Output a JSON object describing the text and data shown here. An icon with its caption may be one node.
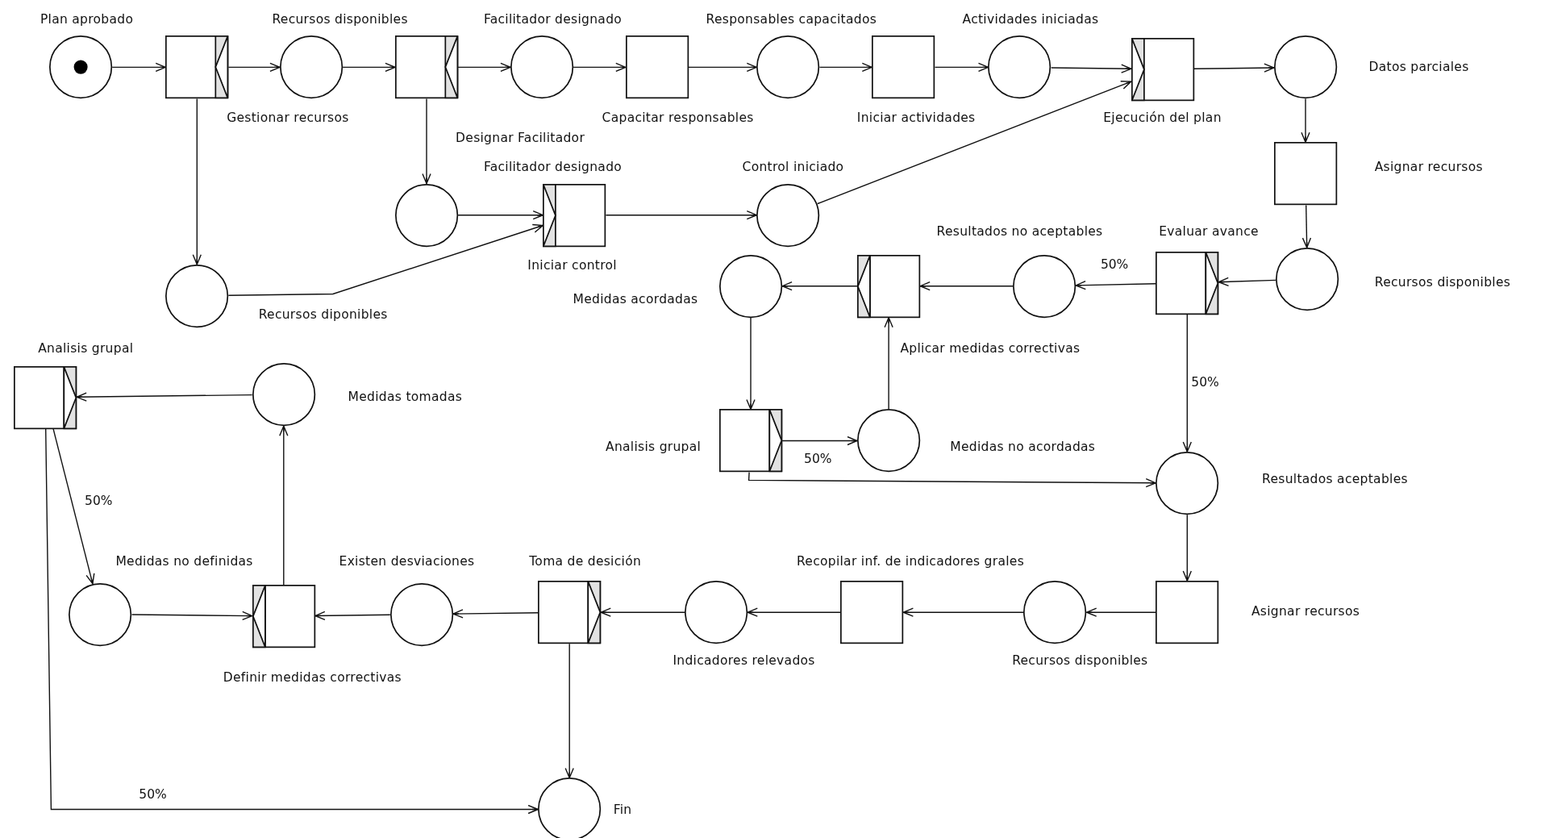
{
  "diagram": {
    "nodes": [
      {
        "text": [
          "Plan aprobado"
        ]
      },
      {
        "text": [
          "Gestionar recursos"
        ]
      },
      {
        "text": [
          "Recursos disponibles"
        ]
      },
      {
        "text": [
          "Designar Facilitador"
        ]
      },
      {
        "text": [
          "Facilitador designado"
        ]
      },
      {
        "text": [
          "Capacitar responsables"
        ]
      },
      {
        "text": [
          "Responsables capacitados"
        ]
      },
      {
        "text": [
          "Iniciar actividades"
        ]
      },
      {
        "text": [
          "Actividades iniciadas"
        ]
      },
      {
        "text": [
          "Ejecución del plan"
        ]
      },
      {
        "text": [
          "Datos parciales"
        ]
      },
      {
        "text": [
          "Facilitador designado"
        ]
      },
      {
        "text": [
          "Iniciar control"
        ]
      },
      {
        "text": [
          "Control iniciado"
        ]
      },
      {
        "text": [
          "Asignar recursos"
        ]
      },
      {
        "text": [
          "Recursos diponibles"
        ]
      },
      {
        "text": [
          "Medidas acordadas"
        ]
      },
      {
        "text": [
          "Aplicar medidas correctivas"
        ]
      },
      {
        "text": [
          "Resultados no aceptables"
        ]
      },
      {
        "text": [
          "Evaluar avance"
        ]
      },
      {
        "text": [
          "Recursos disponibles"
        ]
      },
      {
        "text": [
          "Analisis grupal"
        ]
      },
      {
        "text": [
          "Medidas tomadas"
        ]
      },
      {
        "text": [
          "Analisis grupal"
        ]
      },
      {
        "text": [
          "Medidas no acordadas"
        ]
      },
      {
        "text": [
          "Resultados aceptables"
        ]
      },
      {
        "text": [
          "Medidas no definidas"
        ]
      },
      {
        "text": [
          "Definir medidas correctivas"
        ]
      },
      {
        "text": [
          "Existen desviaciones"
        ]
      },
      {
        "text": [
          "Toma de desición"
        ]
      },
      {
        "text": [
          "Indicadores relevados"
        ]
      },
      {
        "text": [
          "Recopilar inf. de indicadores grales"
        ]
      },
      {
        "text": [
          "Recursos disponibles"
        ]
      },
      {
        "text": [
          "Asignar recursos"
        ]
      },
      {
        "text": [
          "Fin"
        ]
      }
    ],
    "edges": [
      {
        "from": 0,
        "to": 1,
        "arrow": "to"
      },
      {
        "from": 1,
        "to": 2,
        "arrow": "to"
      },
      {
        "from": 2,
        "to": 3,
        "arrow": "to"
      },
      {
        "from": 3,
        "to": 4,
        "arrow": "to"
      },
      {
        "from": 4,
        "to": 5,
        "arrow": "to"
      },
      {
        "from": 5,
        "to": 6,
        "arrow": "to"
      },
      {
        "from": 6,
        "to": 7,
        "arrow": "to"
      },
      {
        "from": 7,
        "to": 8,
        "arrow": "to"
      },
      {
        "from": 8,
        "to": 9,
        "arrow": "to"
      },
      {
        "from": 9,
        "to": 10,
        "arrow": "to"
      },
      {
        "from": 1,
        "to": 15,
        "arrow": "to"
      },
      {
        "from": 3,
        "to": 11,
        "arrow": "to"
      },
      {
        "from": 11,
        "to": 12,
        "arrow": "to"
      },
      {
        "from": 15,
        "to": 12,
        "arrow": "to"
      },
      {
        "from": 12,
        "to": 13,
        "arrow": "to"
      },
      {
        "from": 13,
        "to": 9,
        "arrow": "to"
      },
      {
        "from": 10,
        "to": 14,
        "arrow": "to"
      },
      {
        "from": 14,
        "to": 20,
        "arrow": "to"
      },
      {
        "from": 20,
        "to": 19,
        "arrow": "to"
      },
      {
        "from": 19,
        "to": 18,
        "label": "50%",
        "arrow": "to"
      },
      {
        "from": 19,
        "to": 25,
        "label": "50%",
        "arrow": "to"
      },
      {
        "from": 18,
        "to": 17,
        "arrow": "to"
      },
      {
        "from": 17,
        "to": 16,
        "arrow": "to"
      },
      {
        "from": 16,
        "to": 23,
        "arrow": "to"
      },
      {
        "from": 23,
        "to": 24,
        "label": "50%",
        "arrow": "to"
      },
      {
        "from": 24,
        "to": 17,
        "arrow": "to"
      },
      {
        "from": 23,
        "to": 25,
        "arrow": "to"
      },
      {
        "from": 25,
        "to": 33,
        "arrow": "to"
      },
      {
        "from": 33,
        "to": 32,
        "arrow": "to"
      },
      {
        "from": 32,
        "to": 31,
        "arrow": "to"
      },
      {
        "from": 31,
        "to": 30,
        "arrow": "to"
      },
      {
        "from": 30,
        "to": 29,
        "arrow": "to"
      },
      {
        "from": 29,
        "to": 28,
        "arrow": "to"
      },
      {
        "from": 29,
        "to": 34,
        "arrow": "to"
      },
      {
        "from": 28,
        "to": 27,
        "arrow": "to"
      },
      {
        "from": 26,
        "to": 27,
        "arrow": "to"
      },
      {
        "from": 27,
        "to": 22,
        "arrow": "to"
      },
      {
        "from": 22,
        "to": 21,
        "arrow": "to"
      },
      {
        "from": 21,
        "to": 26,
        "label": "50%",
        "arrow": "to"
      },
      {
        "from": 21,
        "to": 34,
        "label": "50%",
        "arrow": "to"
      }
    ]
  }
}
